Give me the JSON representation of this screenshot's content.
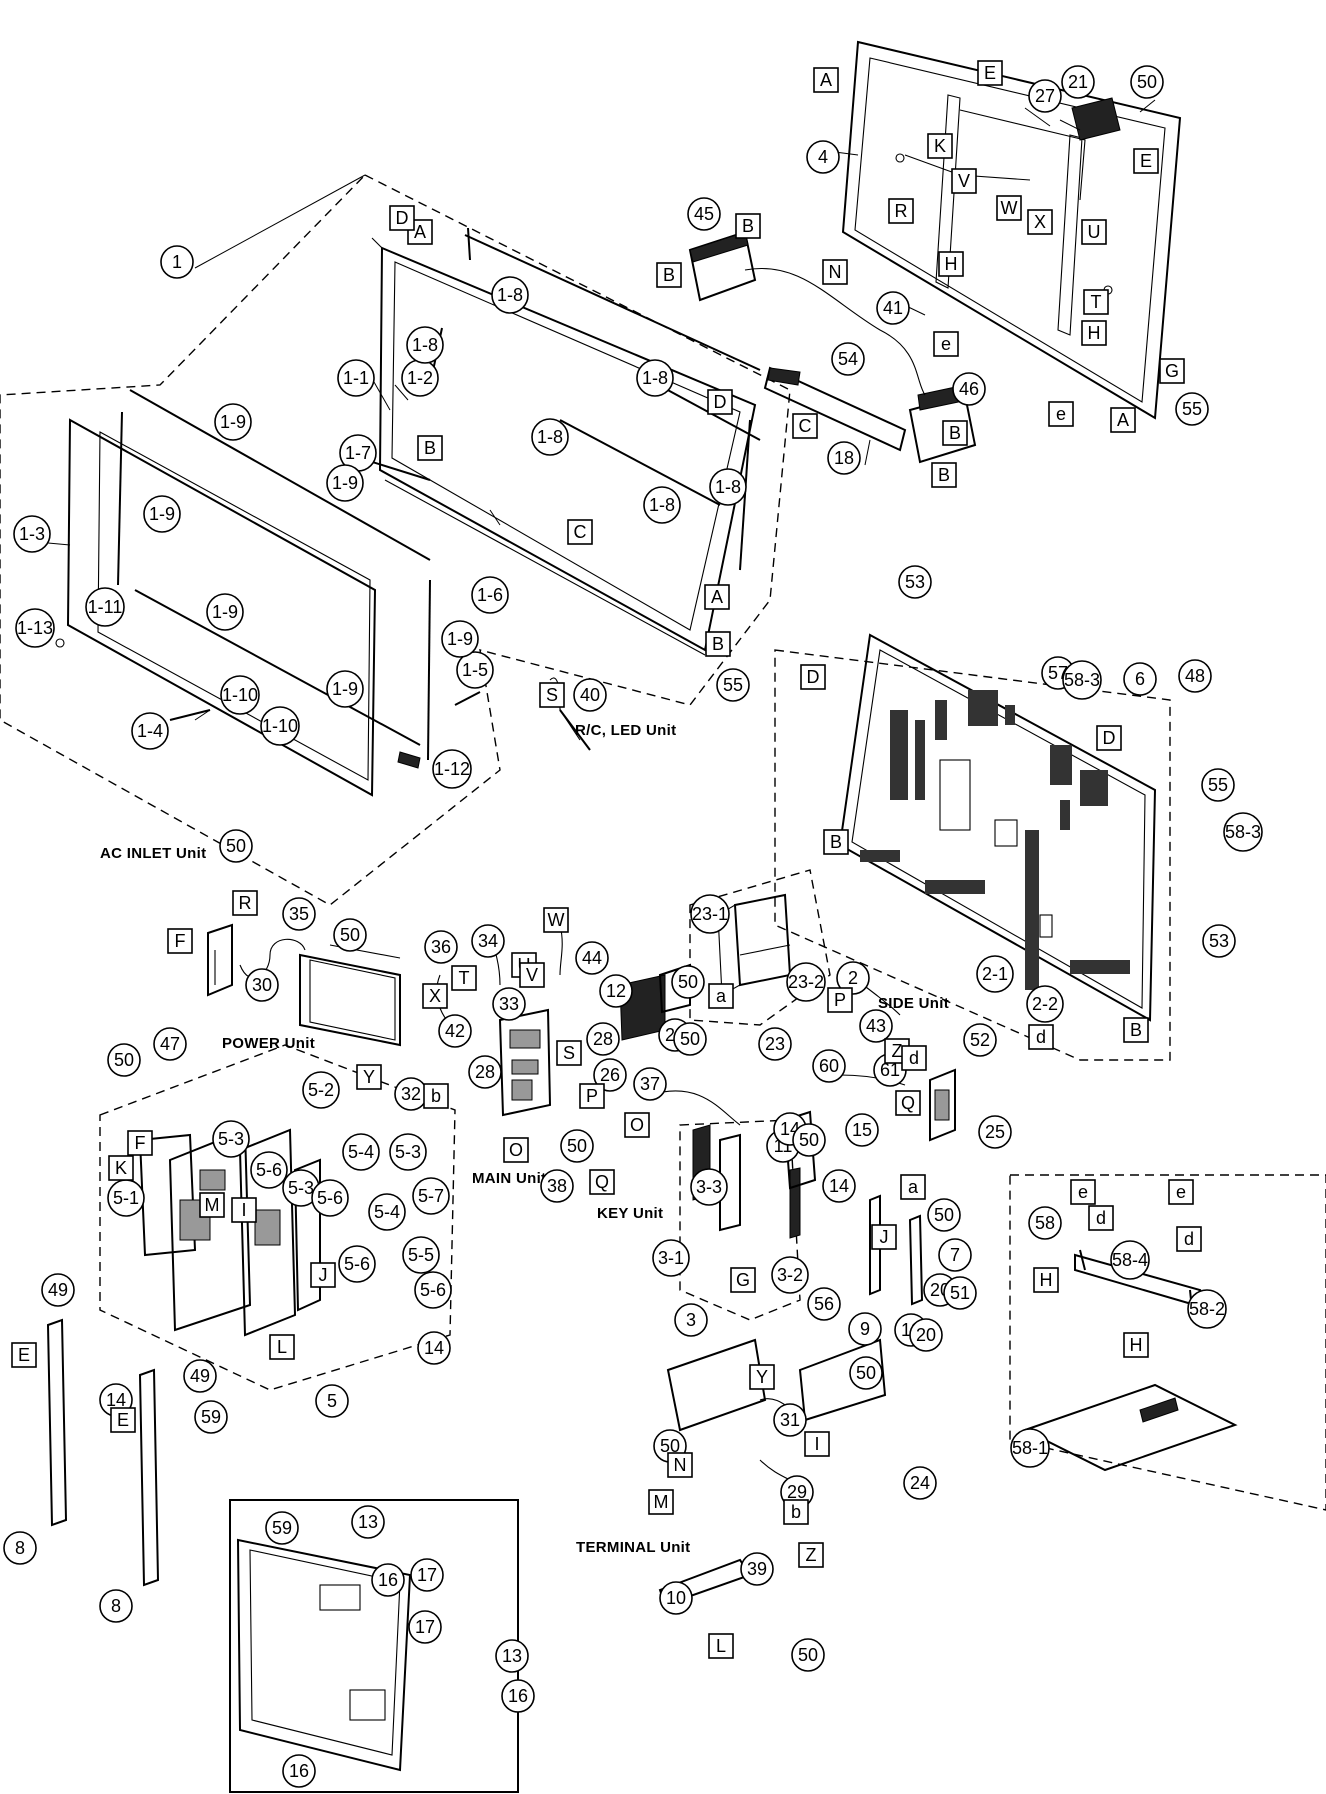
{
  "unit_captions": {
    "rc_led": "R/C, LED Unit",
    "ac_inlet": "AC INLET Unit",
    "power": "POWER Unit",
    "main": "MAIN Unit",
    "key": "KEY Unit",
    "side": "SIDE Unit",
    "terminal": "TERMINAL Unit"
  },
  "part_numbers": [
    "1",
    "1-1",
    "1-2",
    "1-3",
    "1-4",
    "1-5",
    "1-6",
    "1-7",
    "1-8",
    "1-9",
    "1-10",
    "1-11",
    "1-12",
    "1-13",
    "2",
    "2-1",
    "2-2",
    "3",
    "3-1",
    "3-2",
    "3-3",
    "4",
    "5",
    "5-1",
    "5-2",
    "5-3",
    "5-4",
    "5-5",
    "5-6",
    "5-7",
    "6",
    "7",
    "8",
    "9",
    "10",
    "11",
    "12",
    "13",
    "14",
    "15",
    "16",
    "17",
    "18",
    "19",
    "20",
    "21",
    "22",
    "23",
    "23-1",
    "23-2",
    "24",
    "25",
    "26",
    "27",
    "28",
    "29",
    "30",
    "31",
    "32",
    "33",
    "34",
    "35",
    "36",
    "37",
    "38",
    "39",
    "40",
    "41",
    "42",
    "43",
    "44",
    "45",
    "46",
    "47",
    "48",
    "49",
    "50",
    "51",
    "52",
    "53",
    "54",
    "55",
    "56",
    "57",
    "58",
    "58-1",
    "58-2",
    "58-3",
    "58-4",
    "59",
    "60",
    "61"
  ],
  "connection_letters": [
    "A",
    "B",
    "C",
    "D",
    "E",
    "F",
    "G",
    "H",
    "I",
    "J",
    "K",
    "L",
    "M",
    "N",
    "O",
    "P",
    "Q",
    "R",
    "S",
    "T",
    "U",
    "V",
    "W",
    "X",
    "Y",
    "Z",
    "a",
    "b",
    "d",
    "e"
  ]
}
